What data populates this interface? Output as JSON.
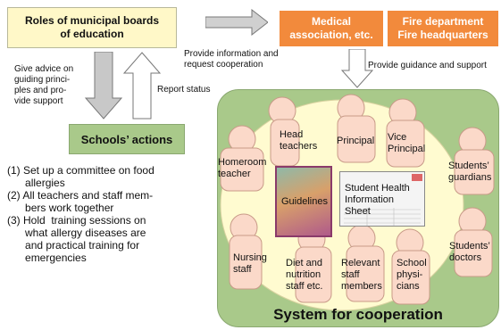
{
  "boards": {
    "label": "Roles of municipal boards\nof education"
  },
  "medical": {
    "label": "Medical\nassociation, etc."
  },
  "fire": {
    "label": "Fire department\nFire headquarters"
  },
  "schools_actions": {
    "label": "Schools’ actions"
  },
  "notes": {
    "provide_info": "Provide information and\nrequest cooperation",
    "advice": "Give advice on\nguiding princi-\nples and pro-\nvide support",
    "report_status": "Report status",
    "guidance": "Provide guidance and support"
  },
  "actions_list": [
    "(1) Set up a committee on food\n      allergies",
    "(2) All teachers and staff mem-\n      bers work together",
    "(3) Hold  training sessions on\n      what allergy diseases are\n      and practical training for\n      emergencies"
  ],
  "people": {
    "head_teachers": "Head\nteachers",
    "principal": "Principal",
    "vice_principal": "Vice\nPrincipal",
    "homeroom_teacher": "Homeroom\nteacher",
    "students_guardians": "Students’\nguardians",
    "nursing_staff": "Nursing\nstaff",
    "diet_staff": "Diet and\nnutrition\nstaff etc.",
    "relevant_staff": "Relevant\nstaff\nmembers",
    "school_physicians": "School\nphysi-\ncians",
    "students_doctors": "Students’\ndoctors"
  },
  "documents": {
    "guidelines": "Guidelines",
    "info_sheet": "Student Health\nInformation\nSheet"
  },
  "system_title": "System for cooperation",
  "colors": {
    "yellow": "#fff8c8",
    "orange": "#f28a3c",
    "green": "#a9c98a",
    "person": "#fbd9c9",
    "inner_circle": "#fffbd0",
    "arrow_grey": "#c8c8c8"
  }
}
